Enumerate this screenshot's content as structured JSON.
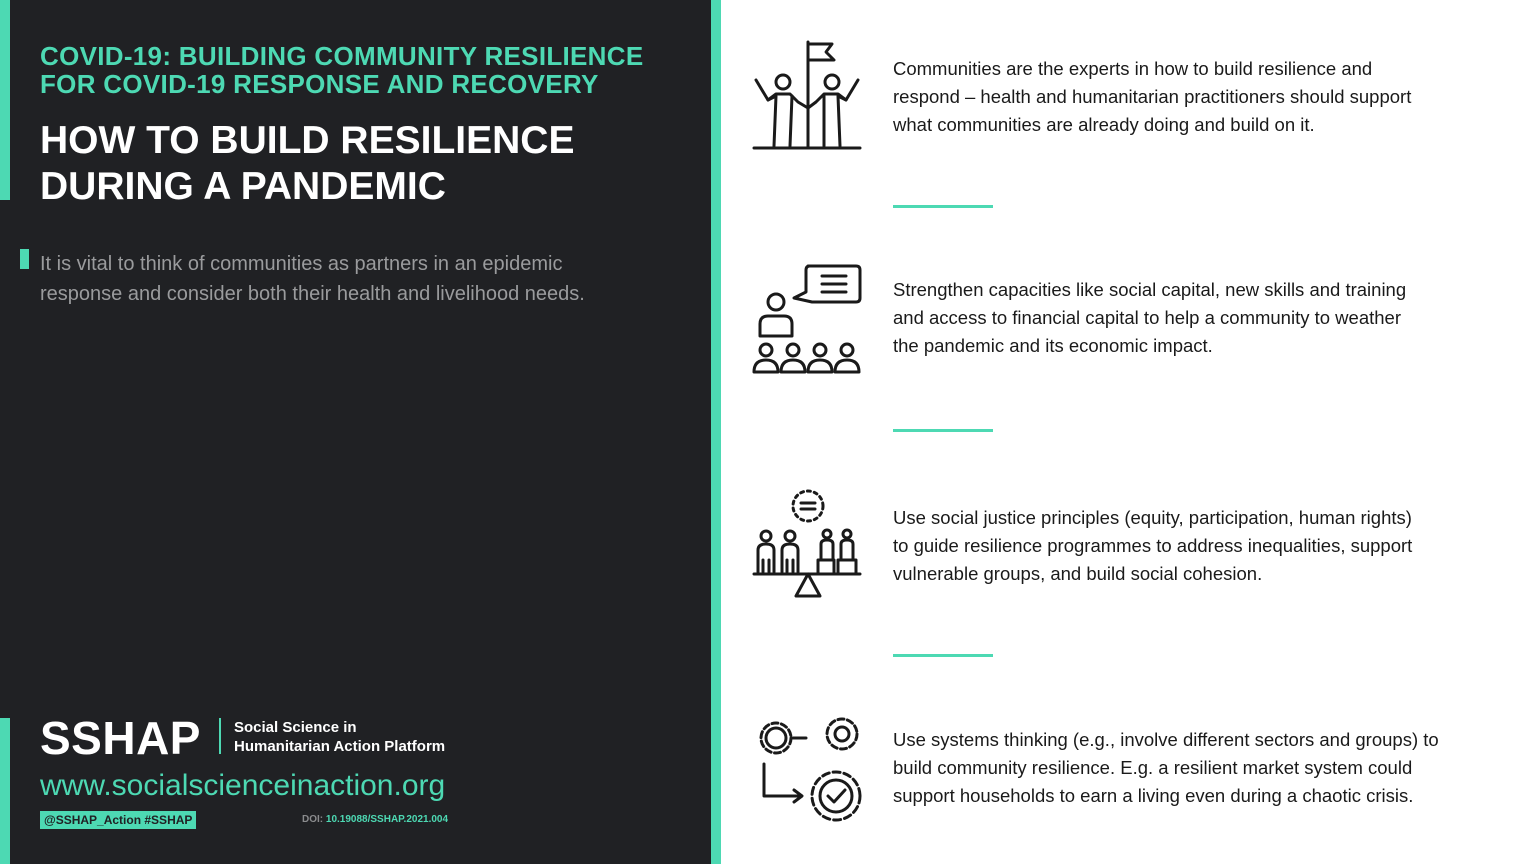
{
  "header": {
    "subtitle_line1": "COVID-19: BUILDING COMMUNITY RESILIENCE",
    "subtitle_line2": "FOR COVID-19 RESPONSE AND RECOVERY",
    "title_line1": "HOW TO BUILD RESILIENCE",
    "title_line2": "DURING A PANDEMIC"
  },
  "intro": {
    "line1": "It is vital to think of communities as partners in an epidemic",
    "line2": "response and consider both their health and livelihood needs."
  },
  "footer": {
    "logo": "SSHAP",
    "logo_sub_line1": "Social Science in",
    "logo_sub_line2": "Humanitarian Action Platform",
    "url": "www.socialscienceinaction.org",
    "handle": "@SSHAP_Action #SSHAP",
    "doi_label": "DOI: ",
    "doi_value": "10.19088/SSHAP.2021.004"
  },
  "points": [
    {
      "icon": "community-flag-icon",
      "line1": "Communities are the experts in how to build resilience and",
      "line2": "respond – health and humanitarian practitioners should support",
      "line3": "what communities are already doing and build on it."
    },
    {
      "icon": "speaker-audience-icon",
      "line1": "Strengthen capacities like social capital, new skills and training",
      "line2": "and access to financial capital to help a community to weather",
      "line3": "the pandemic and its economic impact."
    },
    {
      "icon": "equity-balance-icon",
      "line1": "Use social justice principles (equity, participation, human rights)",
      "line2": "to guide resilience programmes to address inequalities, support",
      "line3": "vulnerable groups, and build social cohesion."
    },
    {
      "icon": "systems-gears-icon",
      "line1": "Use systems thinking (e.g., involve different sectors and groups) to",
      "line2": "build community resilience. E.g. a resilient market system could",
      "line3": "support households to earn a living even during a chaotic crisis."
    }
  ],
  "colors": {
    "accent": "#4dd9b3",
    "panel": "#202124",
    "intro_text": "#9a9b9d"
  }
}
